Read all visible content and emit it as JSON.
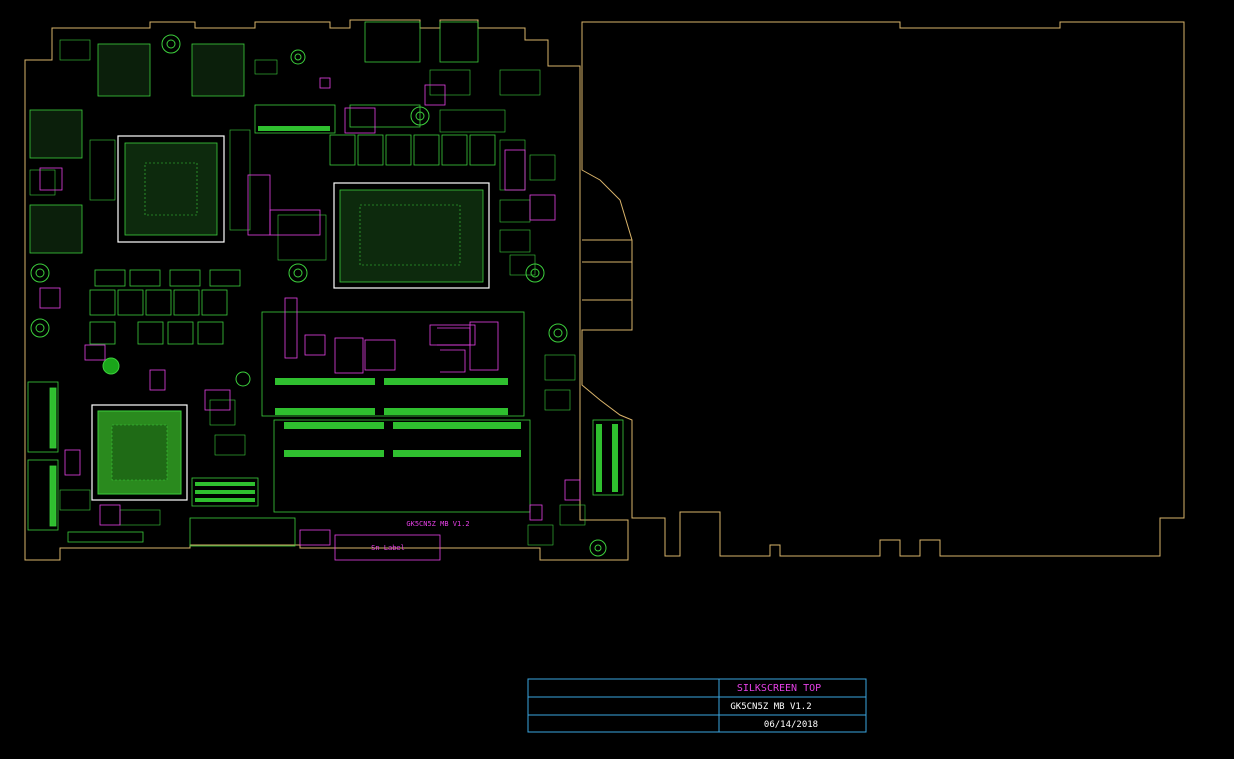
{
  "board_labels": {
    "mb_name": "GK5CN5Z MB V1.2",
    "sn_label": "Sn Label"
  },
  "title_block": {
    "layer": "SILKSCREEN TOP",
    "board": "GK5CN5Z MB V1.2",
    "date": "06/14/2018"
  },
  "colors": {
    "outline": "#d9b36a",
    "component": "#3ccf3c",
    "pad": "#1aa51a",
    "silk": "#e640e6",
    "title_block": "#3aa6e0",
    "background": "#000000"
  }
}
